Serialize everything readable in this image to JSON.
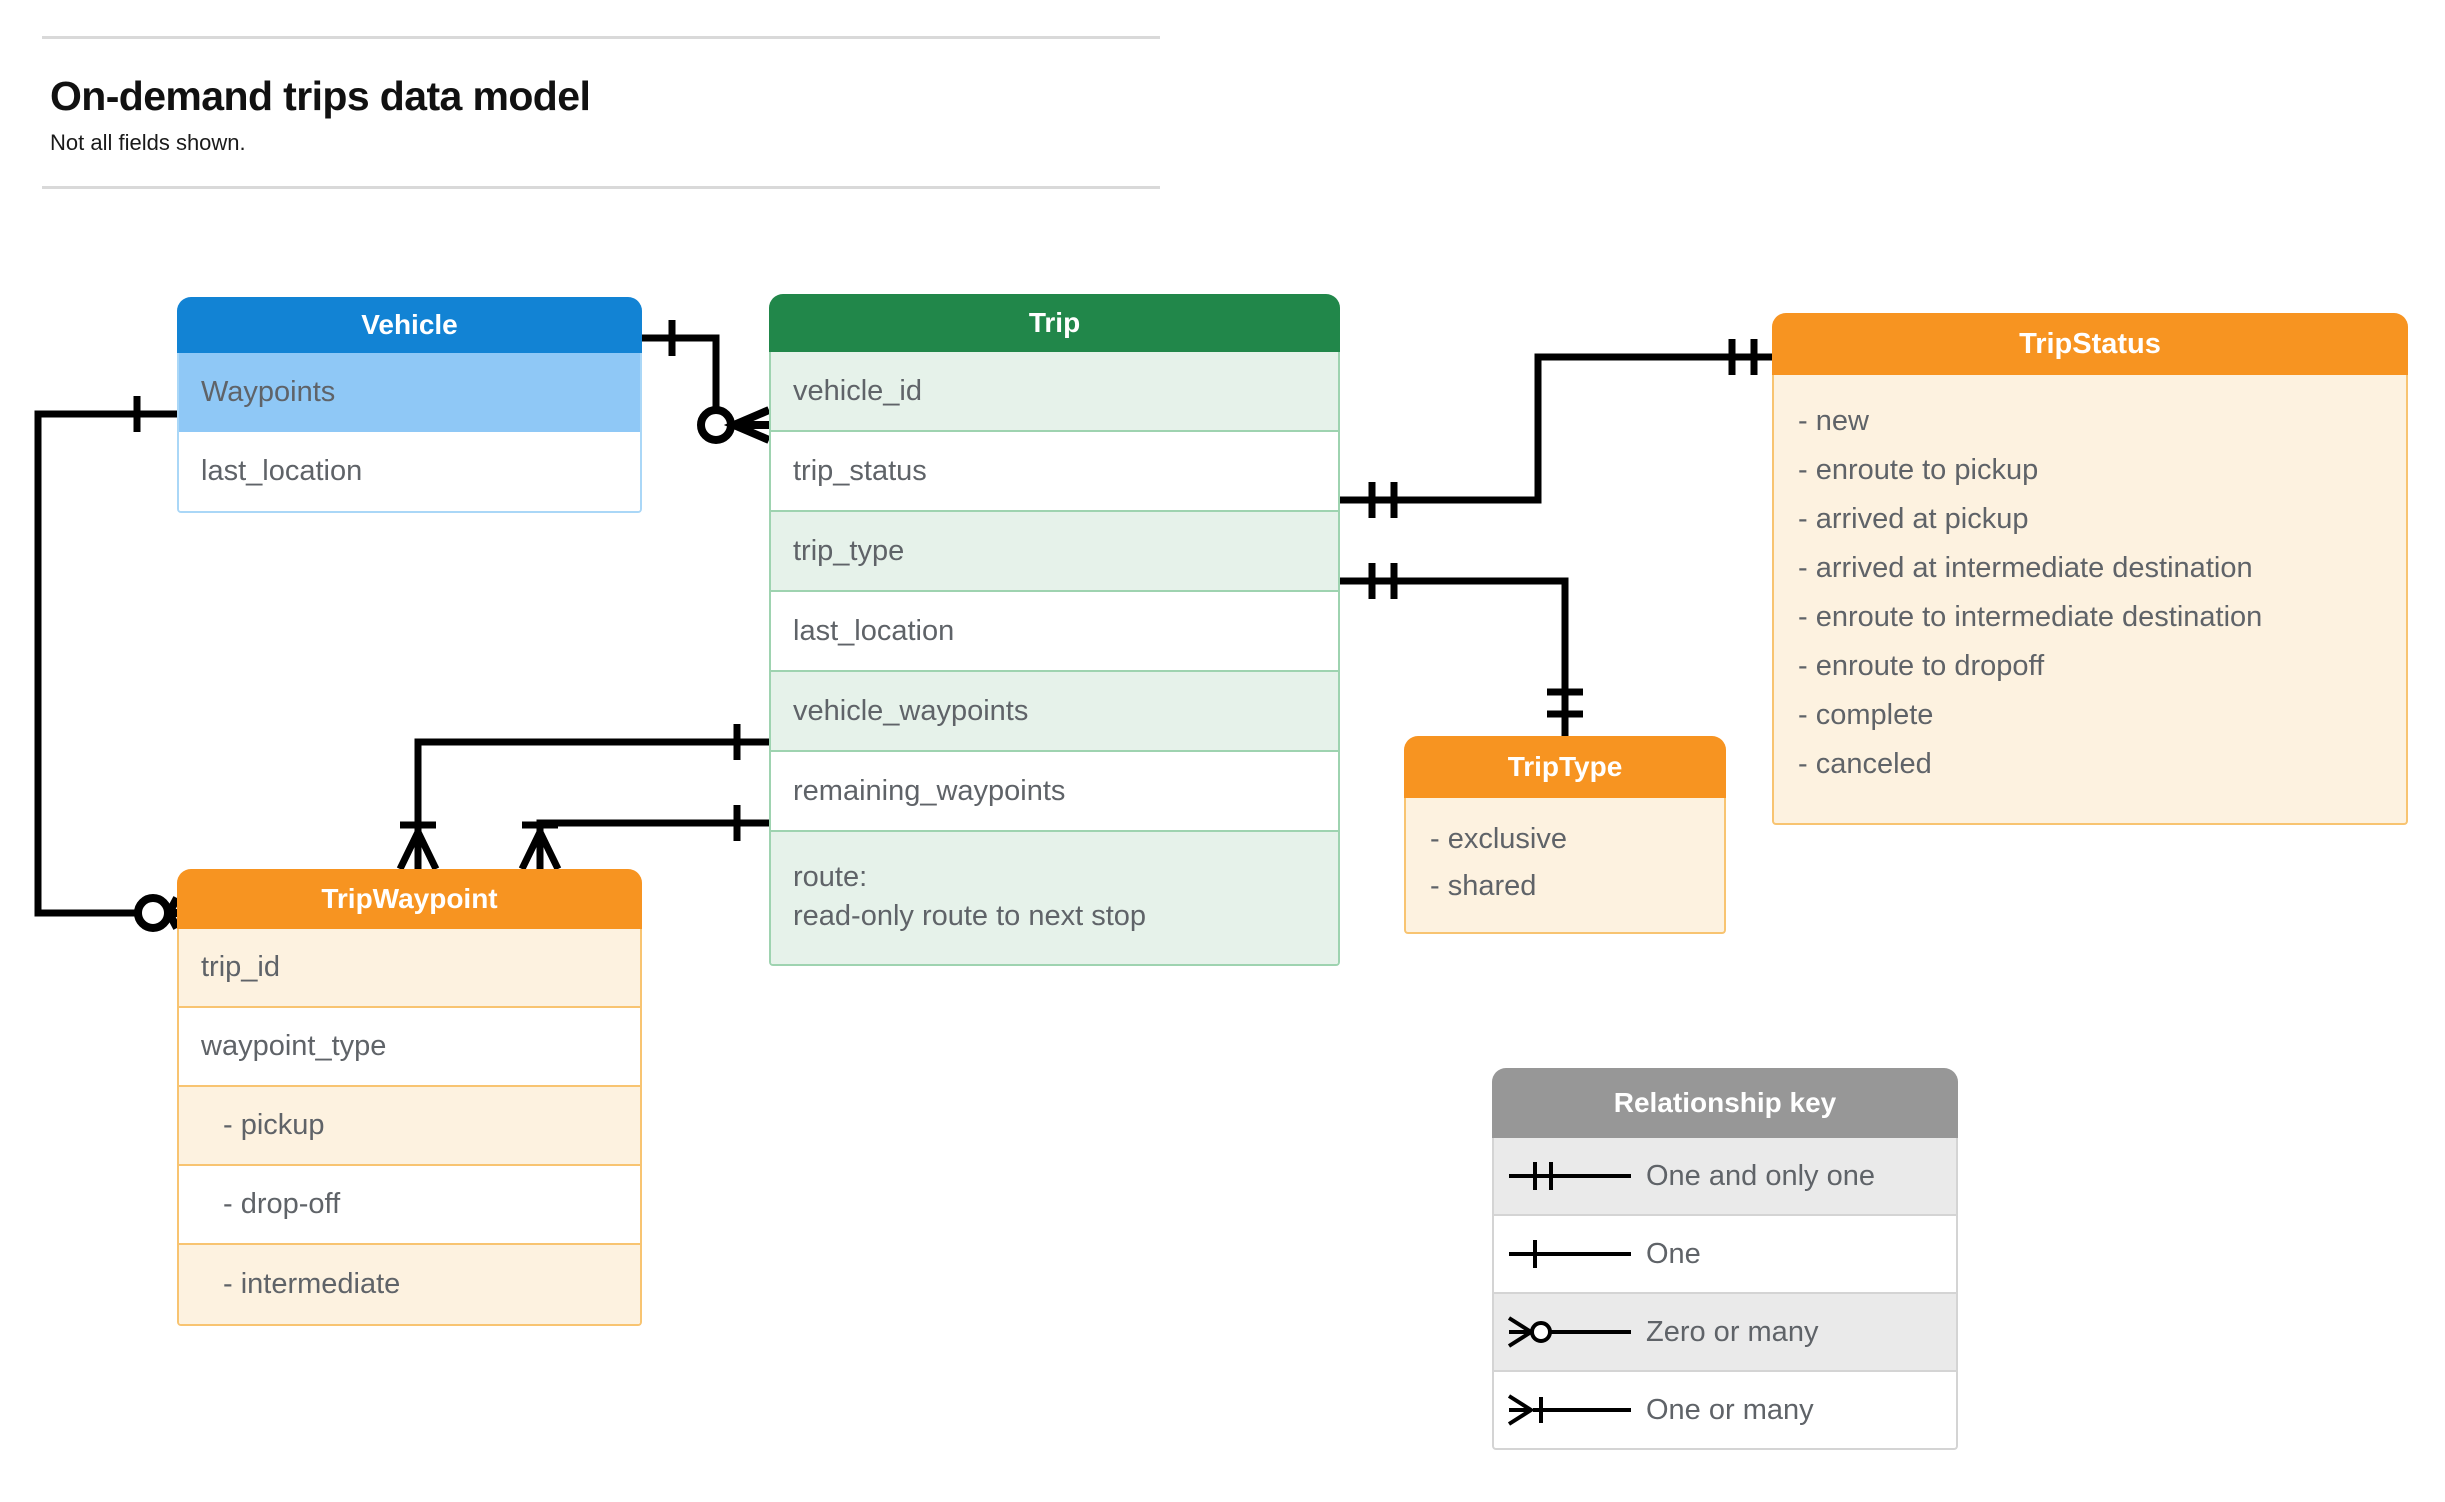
{
  "header": {
    "title": "On-demand trips data model",
    "subtitle": "Not all fields shown."
  },
  "entities": {
    "vehicle": {
      "name": "Vehicle",
      "color": "#1283d4",
      "fields": [
        {
          "label": "Waypoints"
        },
        {
          "label": "last_location"
        }
      ]
    },
    "trip": {
      "name": "Trip",
      "color": "#21874a",
      "fields": [
        {
          "label": "vehicle_id"
        },
        {
          "label": "trip_status"
        },
        {
          "label": "trip_type"
        },
        {
          "label": "last_location"
        },
        {
          "label": "vehicle_waypoints"
        },
        {
          "label": "remaining_waypoints"
        },
        {
          "label": "route:",
          "label2": "read-only route to next stop"
        }
      ]
    },
    "tripwaypoint": {
      "name": "TripWaypoint",
      "color": "#f79421",
      "fields": [
        {
          "label": "trip_id"
        },
        {
          "label": "waypoint_type"
        },
        {
          "label": "-  pickup"
        },
        {
          "label": "-  drop-off"
        },
        {
          "label": "-  intermediate"
        }
      ]
    },
    "triptype": {
      "name": "TripType",
      "color": "#f79421",
      "values": [
        "- exclusive",
        "- shared"
      ]
    },
    "tripstatus": {
      "name": "TripStatus",
      "color": "#f79421",
      "values": [
        "- new",
        "- enroute to pickup",
        "- arrived at pickup",
        "- arrived at intermediate destination",
        "- enroute to intermediate destination",
        "- enroute to dropoff",
        "- complete",
        "- canceled"
      ]
    }
  },
  "legend": {
    "title": "Relationship key",
    "rows": [
      {
        "symbol": "one-and-only-one-icon",
        "label": "One and only one"
      },
      {
        "symbol": "one-icon",
        "label": "One"
      },
      {
        "symbol": "zero-or-many-icon",
        "label": "Zero or many"
      },
      {
        "symbol": "one-or-many-icon",
        "label": "One or many"
      }
    ]
  },
  "relationships": [
    {
      "from": "Vehicle",
      "to": "Trip.vehicle_id",
      "from_card": "one-icon",
      "to_card": "zero-or-many-icon"
    },
    {
      "from": "Vehicle.Waypoints",
      "to": "TripWaypoint",
      "from_card": "one-icon",
      "to_card": "zero-or-many-icon"
    },
    {
      "from": "Trip.trip_status",
      "to": "TripStatus",
      "from_card": "one-and-only-one-icon",
      "to_card": "one-and-only-one-icon"
    },
    {
      "from": "Trip.trip_type",
      "to": "TripType",
      "from_card": "one-and-only-one-icon",
      "to_card": "one-and-only-one-icon"
    },
    {
      "from": "Trip.vehicle_waypoints",
      "to": "TripWaypoint",
      "from_card": "one-icon",
      "to_card": "one-or-many-icon"
    },
    {
      "from": "Trip.remaining_waypoints",
      "to": "TripWaypoint",
      "from_card": "one-icon",
      "to_card": "one-or-many-icon"
    }
  ]
}
